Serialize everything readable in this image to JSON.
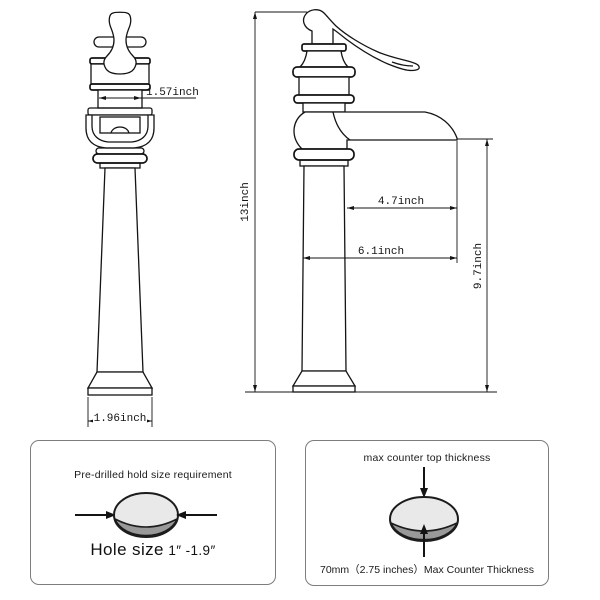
{
  "diagram": {
    "front_view": {
      "top_width_label": "1.57inch",
      "base_width_label": "1.96inch"
    },
    "side_view": {
      "height_label": "13inch",
      "spout_reach_label": "4.7inch",
      "overall_reach_label": "6.1inch",
      "spout_height_label": "9.7inch"
    }
  },
  "hole_requirement_box": {
    "title": "Pre-drilled hold size requirement",
    "hole_size_label": "Hole size",
    "hole_size_range": "1″ -1.9″"
  },
  "counter_thickness_box": {
    "title": "max counter top thickness",
    "caption": "70mm（2.75 inches）Max Counter Thickness"
  },
  "colors": {
    "line": "#141414",
    "hole_top_fill": "#e9e9e9",
    "hole_shadow_fill": "#999999",
    "box_border": "#7d7d7d"
  }
}
